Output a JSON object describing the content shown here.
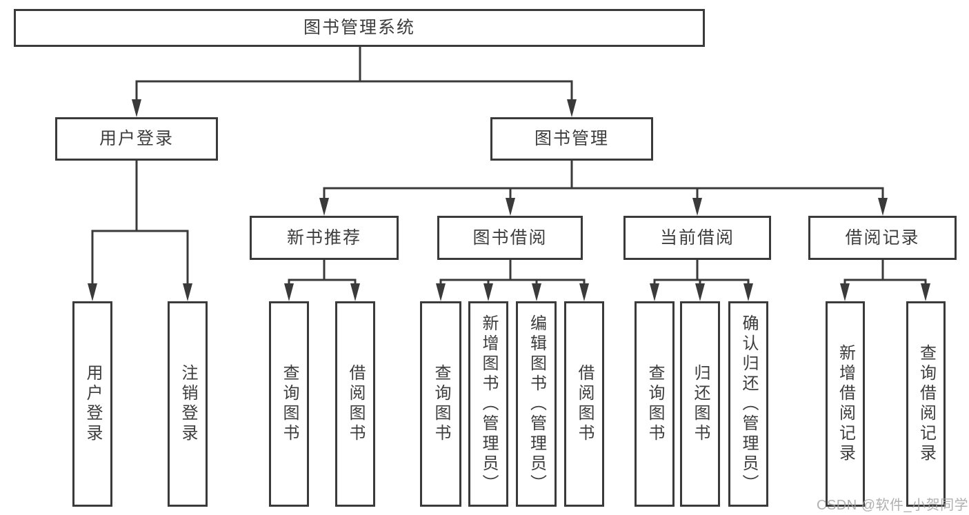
{
  "colors": {
    "line": "#3a3a3a",
    "text": "#3d3d3d",
    "background": "#ffffff",
    "watermark": "#a3a3a3"
  },
  "watermark": {
    "text": "CSDN @软件_小贺同学"
  },
  "tree": {
    "root": {
      "label": "图书管理系统",
      "children": [
        {
          "label": "用户登录",
          "children": [
            {
              "label": "用户登录"
            },
            {
              "label": "注销登录"
            }
          ]
        },
        {
          "label": "图书管理",
          "children": [
            {
              "label": "新书推荐",
              "children": [
                {
                  "label": "查询图书"
                },
                {
                  "label": "借阅图书"
                }
              ]
            },
            {
              "label": "图书借阅",
              "children": [
                {
                  "label": "查询图书"
                },
                {
                  "label": "新增图书（管理员）"
                },
                {
                  "label": "编辑图书（管理员）"
                },
                {
                  "label": "借阅图书"
                }
              ]
            },
            {
              "label": "当前借阅",
              "children": [
                {
                  "label": "查询图书"
                },
                {
                  "label": "归还图书"
                },
                {
                  "label": "确认归还（管理员）"
                }
              ]
            },
            {
              "label": "借阅记录",
              "children": [
                {
                  "label": "新增借阅记录"
                },
                {
                  "label": "查询借阅记录"
                }
              ]
            }
          ]
        }
      ]
    }
  }
}
